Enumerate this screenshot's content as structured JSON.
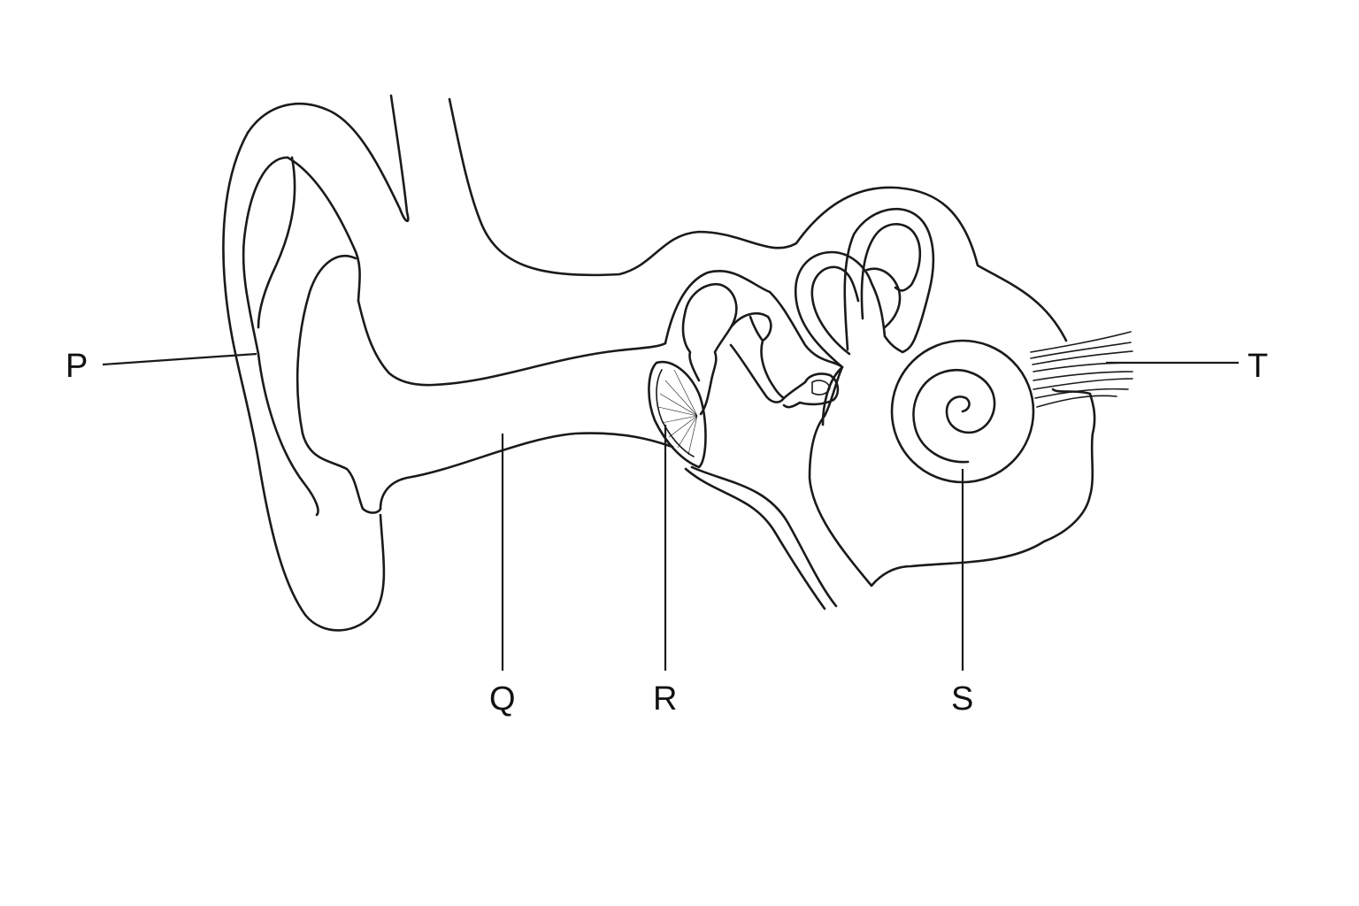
{
  "colors": {
    "background": "#ffffff",
    "ink": "#1a1a1a"
  },
  "labels": {
    "p": "P",
    "q": "Q",
    "r": "R",
    "s": "S",
    "t": "T"
  }
}
